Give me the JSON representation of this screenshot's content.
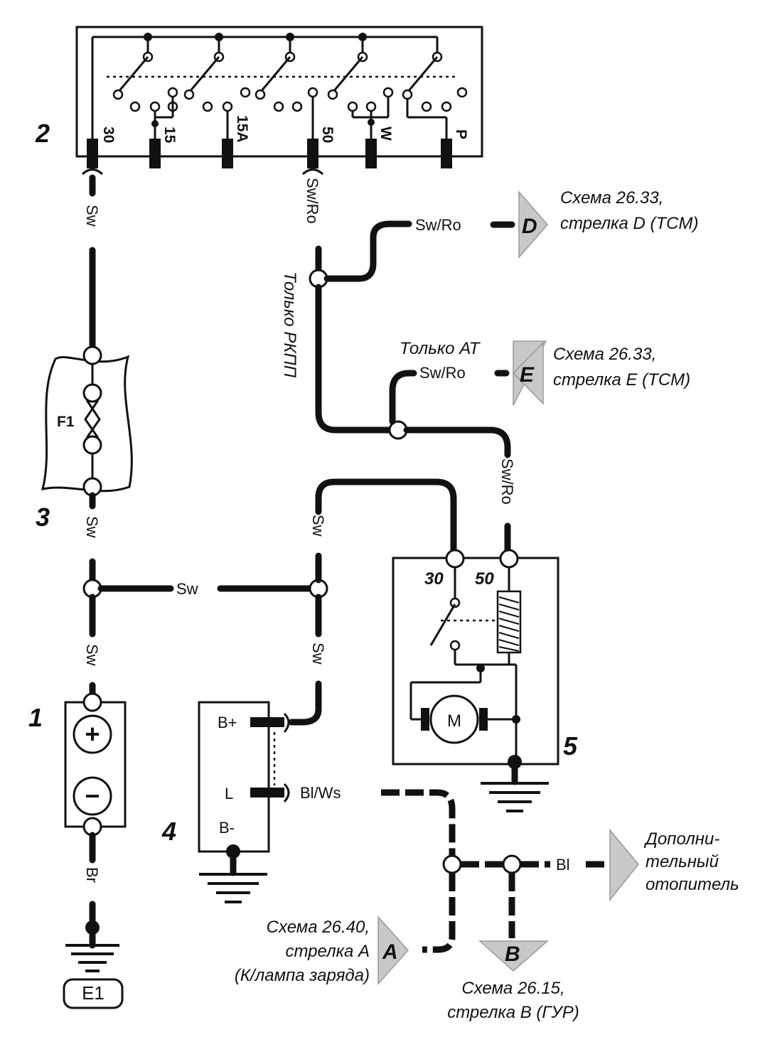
{
  "numbers": {
    "battery": "1",
    "switch": "2",
    "fuse_box": "3",
    "generator": "4",
    "starter": "5"
  },
  "switch_pins": [
    "30",
    "15",
    "15A",
    "50",
    "W",
    "P"
  ],
  "fuse_label": "F1",
  "wires": {
    "sw": "Sw",
    "sw_ro": "Sw/Ro",
    "br": "Br",
    "bl_ws": "Bl/Ws",
    "bl": "Bl"
  },
  "notes": {
    "only_mt": "Только РКПП",
    "only_at": "Только АТ"
  },
  "starter_pins": {
    "p30": "30",
    "p50": "50",
    "motor": "M"
  },
  "generator_pins": {
    "bplus": "B+",
    "l": "L",
    "bminus": "B-"
  },
  "battery_signs": {
    "plus": "+",
    "minus": "−"
  },
  "ground_label": "E1",
  "arrows": {
    "D": {
      "letter": "D",
      "line1": "Схема 26.33,",
      "line2": "стрелка D (TCM)"
    },
    "E": {
      "letter": "E",
      "line1": "Схема 26.33,",
      "line2": "стрелка E (TCM)"
    },
    "A": {
      "letter": "A",
      "line1": "Схема 26.40,",
      "line2": "стрелка A",
      "line3": "(К/лампа заряда)"
    },
    "B": {
      "letter": "B",
      "line1": "Схема 26.15,",
      "line2": "стрелка B (ГУР)"
    },
    "heater": {
      "line1": "Дополни-",
      "line2": "тельный",
      "line3": "отопитель"
    }
  }
}
